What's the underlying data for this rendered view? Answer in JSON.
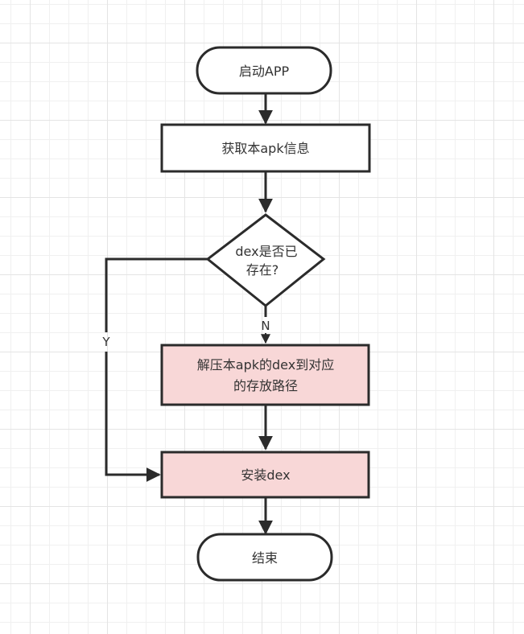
{
  "diagram": {
    "title": "",
    "colors": {
      "stroke": "#2b2b2b",
      "process_fill": "#ffffff",
      "highlight_fill": "#f8d7d7",
      "terminal_fill": "#ffffff",
      "text": "#333333"
    },
    "nodes": {
      "start": {
        "type": "terminal",
        "label": "启动APP"
      },
      "get_info": {
        "type": "process",
        "label": "获取本apk信息"
      },
      "decision": {
        "type": "decision",
        "lines": [
          "dex是否已",
          "存在?"
        ]
      },
      "extract": {
        "type": "process-highlight",
        "lines": [
          "解压本apk的dex到对应",
          "的存放路径"
        ]
      },
      "install": {
        "type": "process-highlight",
        "label": "安装dex"
      },
      "end": {
        "type": "terminal",
        "label": "结束"
      }
    },
    "edges": [
      {
        "from": "start",
        "to": "get_info",
        "label": ""
      },
      {
        "from": "get_info",
        "to": "decision",
        "label": ""
      },
      {
        "from": "decision",
        "to": "extract",
        "label": "N"
      },
      {
        "from": "decision",
        "to": "install",
        "label": "Y"
      },
      {
        "from": "extract",
        "to": "install",
        "label": ""
      },
      {
        "from": "install",
        "to": "end",
        "label": ""
      }
    ]
  }
}
